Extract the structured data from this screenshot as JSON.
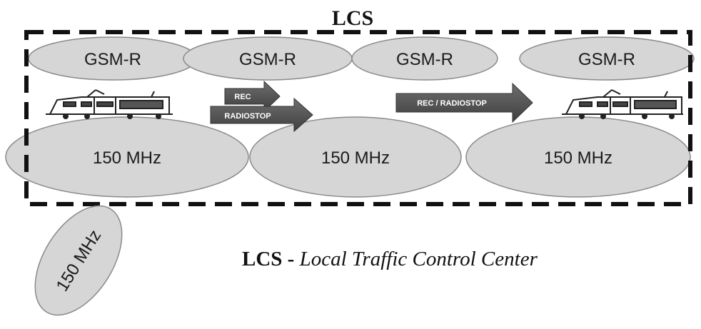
{
  "title": "LCS",
  "gsm_cells": [
    "GSM-R",
    "GSM-R",
    "GSM-R",
    "GSM-R"
  ],
  "mhz_cells": [
    "150 MHz",
    "150 MHz",
    "150 MHz"
  ],
  "outside_cell": "150 MHz",
  "arrows": {
    "rec": "REC",
    "radiostop": "RADIOSTOP",
    "rec_radiostop": "REC / RADIOSTOP"
  },
  "legend": {
    "abbr": "LCS",
    "separator": " - ",
    "expansion": "Local Traffic Control Center"
  },
  "icons": [
    "train-left-icon",
    "train-right-icon"
  ],
  "colors": {
    "cell_fill": "#d6d6d6",
    "cell_stroke": "#8a8a8a",
    "arrow_fill": "#555555",
    "border": "#111111"
  }
}
